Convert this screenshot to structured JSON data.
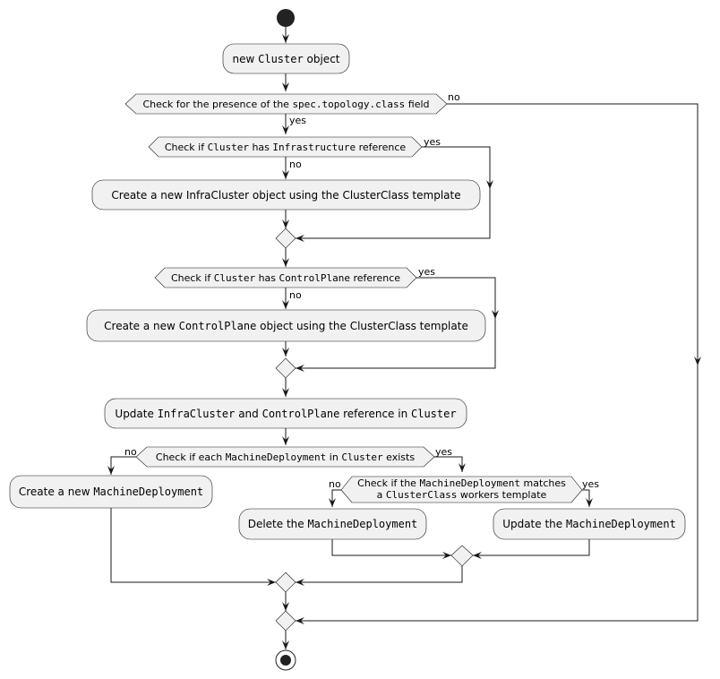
{
  "actions": {
    "new_cluster": {
      "pre": "new ",
      "code": "Cluster",
      "post": " object"
    },
    "create_infra": {
      "text": "Create a new InfraCluster object using the ClusterClass template"
    },
    "create_cp": {
      "pre": "Create a new ",
      "code": "ControlPlane",
      "post": " object using the ClusterClass template"
    },
    "update_refs": {
      "pre": "Update ",
      "code1": "InfraCluster",
      "mid1": " and ",
      "code2": "ControlPlane",
      "mid2": " reference in ",
      "code3": "Cluster"
    },
    "create_md": {
      "pre": "Create a new ",
      "code": "MachineDeployment"
    },
    "delete_md": {
      "pre": "Delete the ",
      "code": "MachineDeployment"
    },
    "update_md": {
      "pre": "Update the ",
      "code": "MachineDeployment"
    }
  },
  "conditions": {
    "topology": {
      "pre": "Check for the presence of the ",
      "code": "spec.topology.class",
      "post": " field"
    },
    "infra_ref": {
      "pre": "Check if ",
      "code1": "Cluster",
      "mid": " has ",
      "code2": "Infrastructure",
      "post": " reference"
    },
    "cp_ref": {
      "pre": "Check if ",
      "code1": "Cluster",
      "mid": " has ",
      "code2": "ControlPlane",
      "post": " reference"
    },
    "md_exists": {
      "pre": "Check if each ",
      "code1": "MachineDeployment",
      "mid": " in ",
      "code2": "Cluster",
      "post": " exists"
    },
    "md_matches": {
      "line1_pre": "Check if the ",
      "line1_code": "MachineDeployment",
      "line1_post": " matches",
      "line2_pre": "a ",
      "line2_code": "ClusterClass",
      "line2_post": " workers template"
    }
  },
  "edge_labels": {
    "yes": "yes",
    "no": "no"
  },
  "colors": {
    "node_fill": "#F1F1F1",
    "stroke": "#181818"
  }
}
